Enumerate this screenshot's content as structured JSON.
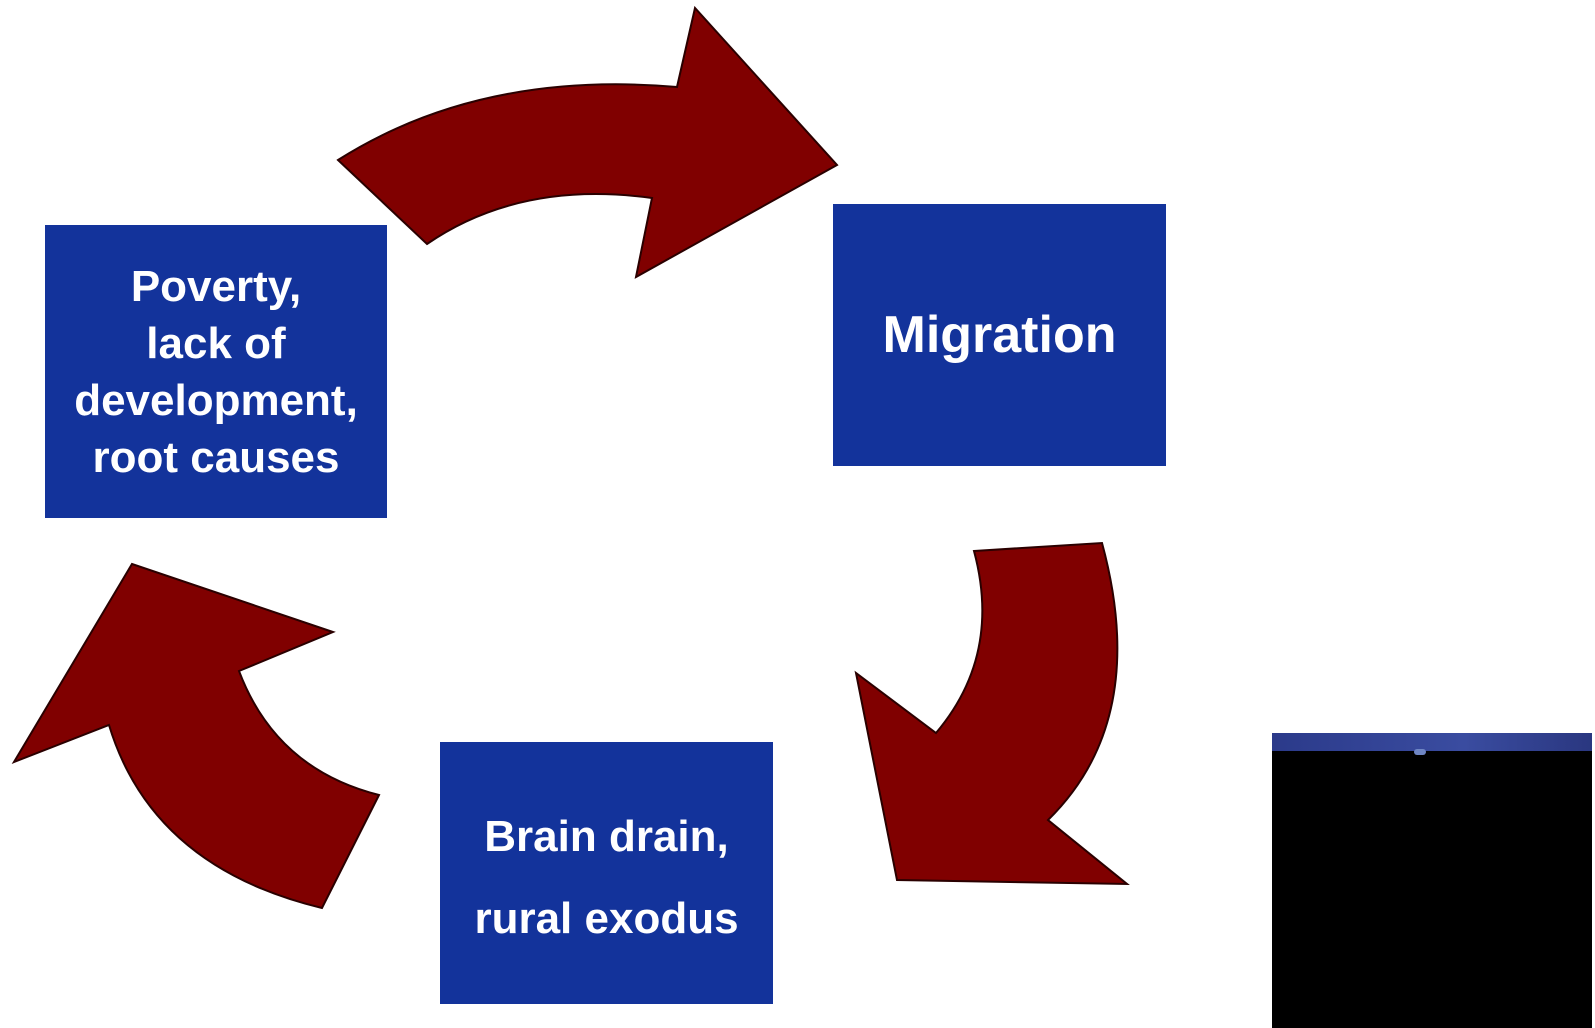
{
  "colors": {
    "node_fill": "#13339b",
    "arrow_fill": "#800000",
    "arrow_stroke": "#2a0000",
    "text": "#ffffff",
    "video_bg": "#000000"
  },
  "nodes": {
    "poverty": {
      "lines": [
        "Poverty,",
        "lack of",
        "development,",
        "root causes"
      ]
    },
    "migration": {
      "label": "Migration"
    },
    "brain_drain": {
      "lines": [
        "Brain drain,",
        "rural exodus"
      ]
    }
  },
  "arrows": [
    {
      "from": "poverty",
      "to": "migration",
      "icon": "curved-arrow-right"
    },
    {
      "from": "migration",
      "to": "brain_drain",
      "icon": "curved-arrow-down"
    },
    {
      "from": "brain_drain",
      "to": "poverty",
      "icon": "curved-arrow-up"
    }
  ],
  "media": {
    "icon": "video-thumbnail"
  }
}
